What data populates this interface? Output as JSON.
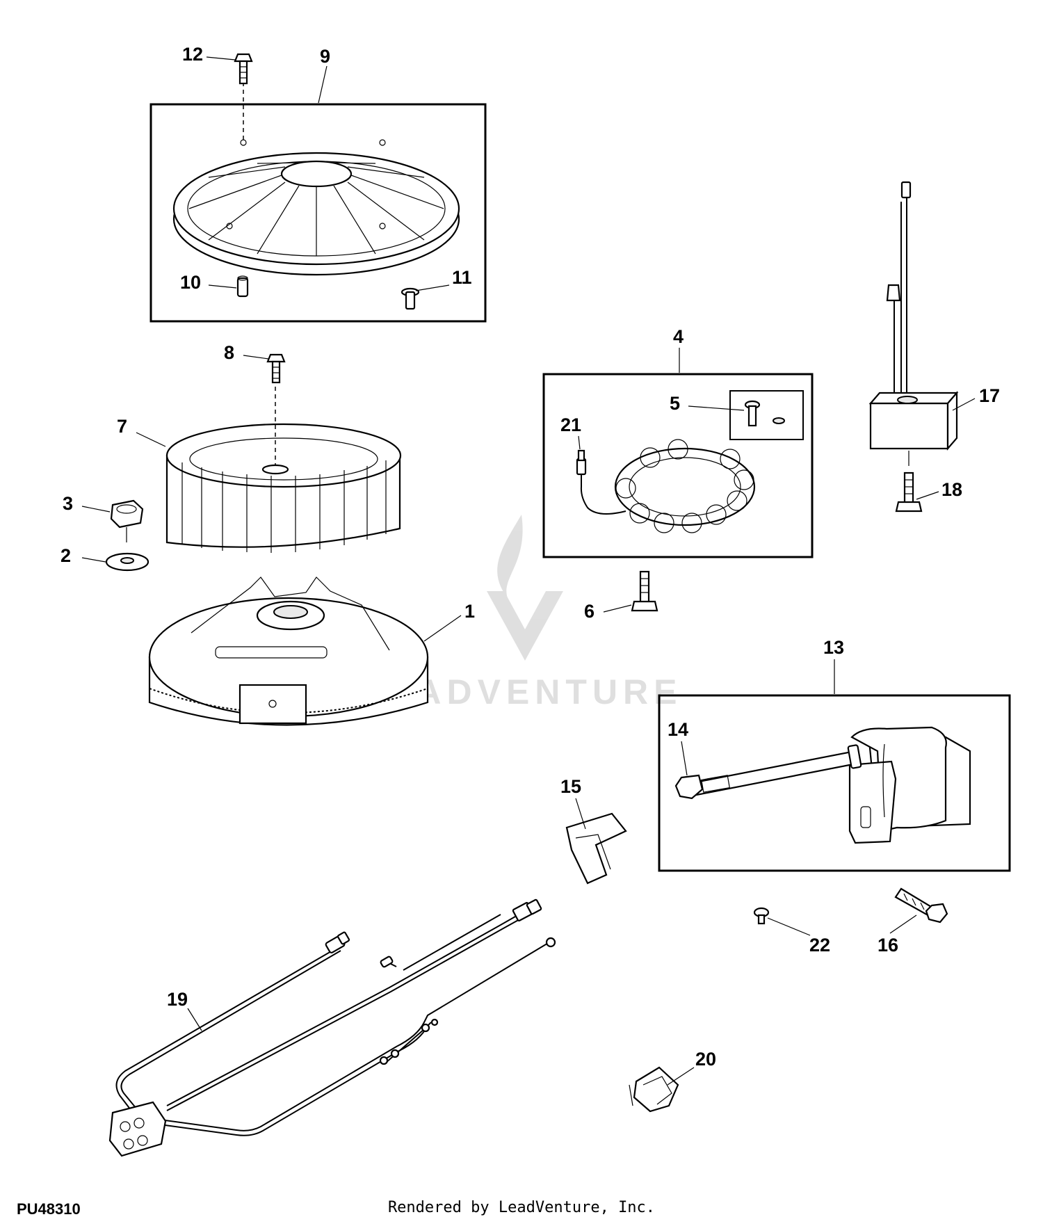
{
  "diagram": {
    "figure_code": "PU48310",
    "credit": "Rendered by LeadVenture, Inc.",
    "watermark": "LEADVENTURE",
    "callouts": [
      {
        "id": "c1",
        "label": "1"
      },
      {
        "id": "c2",
        "label": "2"
      },
      {
        "id": "c3",
        "label": "3"
      },
      {
        "id": "c4",
        "label": "4"
      },
      {
        "id": "c5",
        "label": "5"
      },
      {
        "id": "c6",
        "label": "6"
      },
      {
        "id": "c7",
        "label": "7"
      },
      {
        "id": "c8",
        "label": "8"
      },
      {
        "id": "c9",
        "label": "9"
      },
      {
        "id": "c10",
        "label": "10"
      },
      {
        "id": "c11",
        "label": "11"
      },
      {
        "id": "c12",
        "label": "12"
      },
      {
        "id": "c13",
        "label": "13"
      },
      {
        "id": "c14",
        "label": "14"
      },
      {
        "id": "c15",
        "label": "15"
      },
      {
        "id": "c16",
        "label": "16"
      },
      {
        "id": "c17",
        "label": "17"
      },
      {
        "id": "c18",
        "label": "18"
      },
      {
        "id": "c19",
        "label": "19"
      },
      {
        "id": "c20",
        "label": "20"
      },
      {
        "id": "c21",
        "label": "21"
      },
      {
        "id": "c22",
        "label": "22"
      }
    ]
  }
}
